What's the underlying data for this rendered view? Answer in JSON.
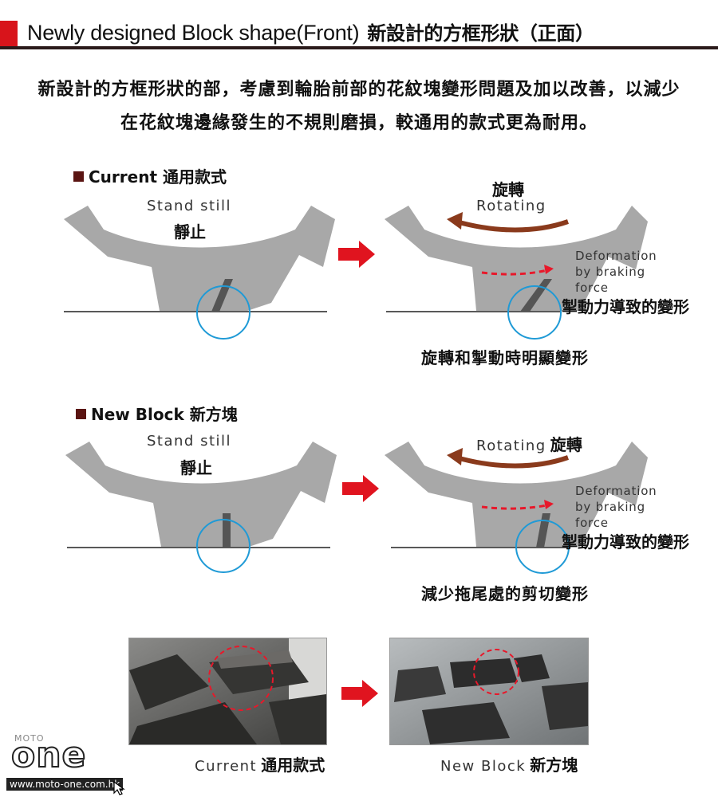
{
  "header": {
    "title_en": "Newly designed Block shape(Front)",
    "title_cn": "新設計的方框形狀（正面）",
    "accent_color": "#d8141b"
  },
  "intro": {
    "line1": "新設計的方框形狀的部，考慮到輪胎前部的花紋塊變形問題及加以改善，以減少",
    "line2": "在花紋塊邊緣發生的不規則磨損，較通用的款式更為耐用。"
  },
  "current": {
    "section_en": "Current",
    "section_cn": "通用款式",
    "still_en": "Stand still",
    "still_cn": "靜止",
    "rotate_cn": "旋轉",
    "rotate_en": "Rotating",
    "deform_en": [
      "Deformation",
      "by braking",
      "force"
    ],
    "deform_cn": "掣動力導致的變形",
    "result_cn": "旋轉和掣動時明顯變形"
  },
  "new_block": {
    "section_en": "New Block",
    "section_cn": "新方塊",
    "still_en": "Stand still",
    "still_cn": "靜止",
    "rotate_en": "Rotating",
    "rotate_cn": "旋轉",
    "deform_en": [
      "Deformation",
      "by braking",
      "force"
    ],
    "deform_cn": "掣動力導致的變形",
    "result_cn": "減少拖尾處的剪切變形"
  },
  "photos": {
    "current_caption_en": "Current",
    "current_caption_cn": "通用款式",
    "new_caption_en": "New Block",
    "new_caption_cn": "新方塊"
  },
  "logo": {
    "top_text": "MOTO",
    "brand": "one",
    "url": "www.moto-one.com.hk"
  },
  "colors": {
    "tread_gray": "#a8a8a8",
    "rotate_arrow": "#8a3a1c",
    "deform_arrow": "#e8182a",
    "circle": "#1f9ad6",
    "transition_arrow": "#e0141f"
  }
}
